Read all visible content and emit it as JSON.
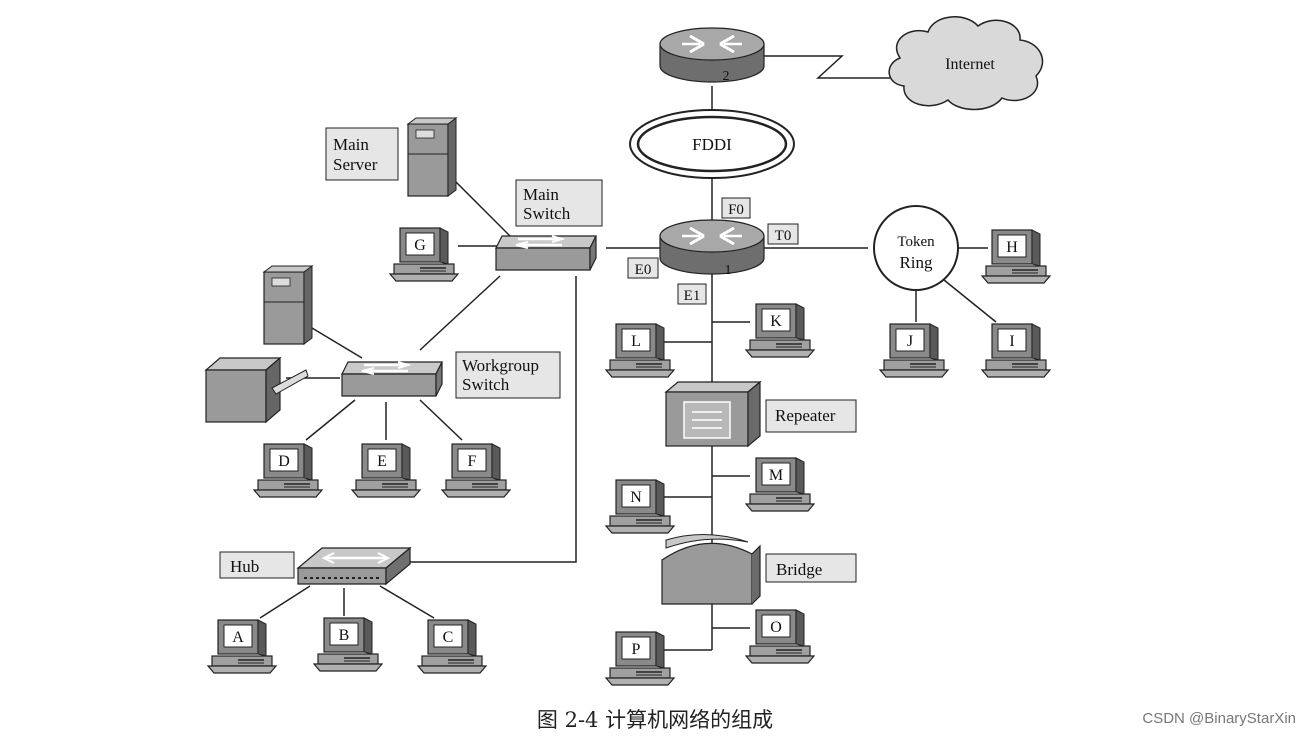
{
  "diagram": {
    "router_top_label": "2",
    "router_main_label": "1",
    "internet": "Internet",
    "fddi": "FDDI",
    "main_server": [
      "Main",
      "Server"
    ],
    "main_switch": [
      "Main",
      "Switch"
    ],
    "workgroup_switch": [
      "Workgroup",
      "Switch"
    ],
    "token_ring": [
      "Token",
      "Ring"
    ],
    "hub": "Hub",
    "repeater": "Repeater",
    "bridge": "Bridge",
    "ports": {
      "f0": "F0",
      "t0": "T0",
      "e0": "E0",
      "e1": "E1"
    },
    "pcs": {
      "g": "G",
      "h": "H",
      "i": "I",
      "j": "J",
      "k": "K",
      "l": "L",
      "d": "D",
      "e": "E",
      "f": "F",
      "m": "M",
      "n": "N",
      "o": "O",
      "p": "P",
      "a": "A",
      "b": "B",
      "c": "C"
    }
  },
  "caption": "图 2-4    计算机网络的组成",
  "watermark": "CSDN @BinaryStarXin",
  "colors": {
    "device_fill": "#9a9a9a",
    "device_dark": "#6a6a6a",
    "label_box": "#e6e6e6",
    "line": "#222222"
  }
}
